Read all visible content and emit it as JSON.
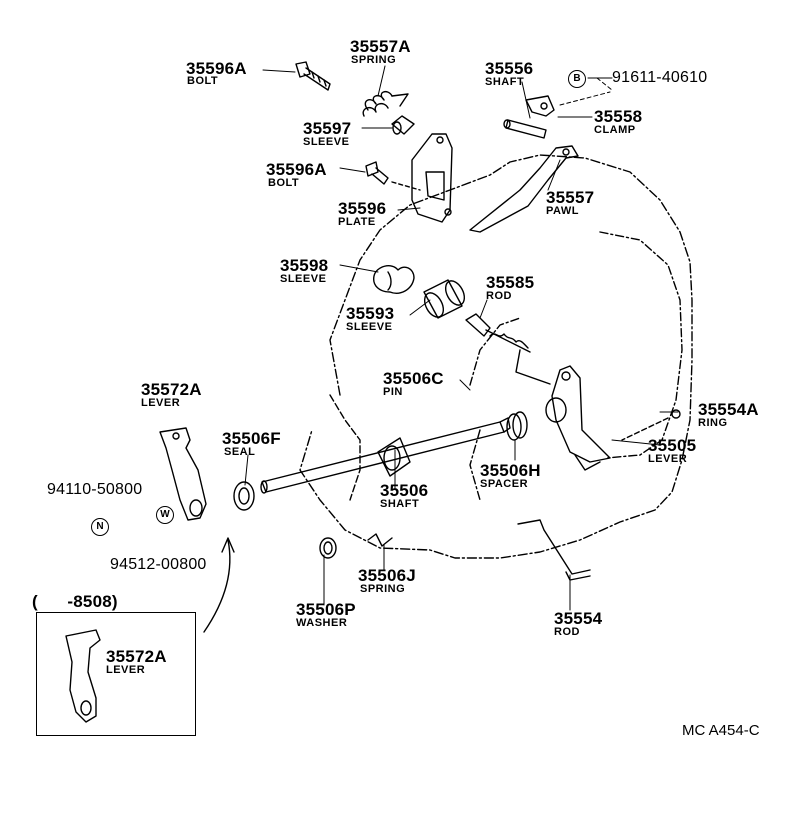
{
  "parts": [
    {
      "id": "p1",
      "number": "35596A",
      "name": "BOLT"
    },
    {
      "id": "p2",
      "number": "35557A",
      "name": "SPRING"
    },
    {
      "id": "p3",
      "number": "35556",
      "name": "SHAFT"
    },
    {
      "id": "p4",
      "number": "91611-40610",
      "name": ""
    },
    {
      "id": "p5",
      "number": "35558",
      "name": "CLAMP"
    },
    {
      "id": "p6",
      "number": "35597",
      "name": "SLEEVE"
    },
    {
      "id": "p7",
      "number": "35596A",
      "name": "BOLT"
    },
    {
      "id": "p8",
      "number": "35557",
      "name": "PAWL"
    },
    {
      "id": "p9",
      "number": "35596",
      "name": "PLATE"
    },
    {
      "id": "p10",
      "number": "35598",
      "name": "SLEEVE"
    },
    {
      "id": "p11",
      "number": "35585",
      "name": "ROD"
    },
    {
      "id": "p12",
      "number": "35593",
      "name": "SLEEVE"
    },
    {
      "id": "p13",
      "number": "35506C",
      "name": "PIN"
    },
    {
      "id": "p14",
      "number": "35572A",
      "name": "LEVER"
    },
    {
      "id": "p15",
      "number": "35554A",
      "name": "RING"
    },
    {
      "id": "p16",
      "number": "35506F",
      "name": "SEAL"
    },
    {
      "id": "p17",
      "number": "35505",
      "name": "LEVER"
    },
    {
      "id": "p18",
      "number": "35506H",
      "name": "SPACER"
    },
    {
      "id": "p19",
      "number": "94110-50800",
      "name": ""
    },
    {
      "id": "p20",
      "number": "35506",
      "name": "SHAFT"
    },
    {
      "id": "p21",
      "number": "94512-00800",
      "name": ""
    },
    {
      "id": "p22",
      "number": "35506J",
      "name": "SPRING"
    },
    {
      "id": "p23",
      "number": "35506P",
      "name": "WASHER"
    },
    {
      "id": "p24",
      "number": "35554",
      "name": "ROD"
    },
    {
      "id": "p25",
      "number": "35572A",
      "name": "LEVER"
    }
  ],
  "markers": {
    "b": "B",
    "n": "N",
    "w": "W"
  },
  "inset": {
    "range": "(      -8508)"
  },
  "figure_code": "MC A454-C"
}
